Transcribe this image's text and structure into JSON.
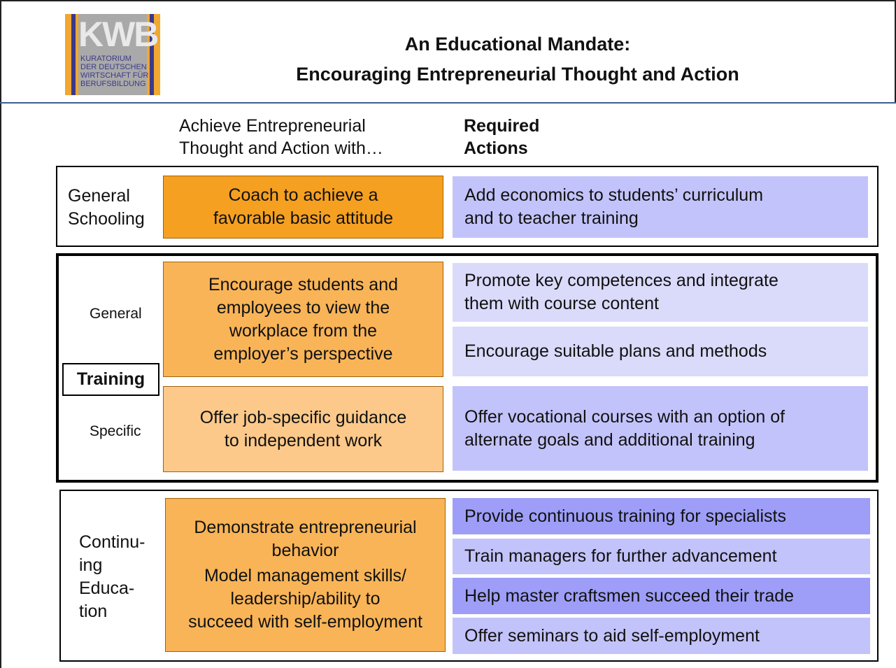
{
  "logo": {
    "mark": "KWB",
    "lines": [
      "KURATORIUM",
      "DER DEUTSCHEN",
      "WIRTSCHAFT FÜR",
      "BERUFSBILDUNG"
    ]
  },
  "title": {
    "line1": "An Educational Mandate:",
    "line2": "Encouraging Entrepreneurial Thought and Action"
  },
  "columns": {
    "left_line1": "Achieve Entrepreneurial",
    "left_line2": "Thought and Action with…",
    "right_line1": "Required",
    "right_line2": "Actions"
  },
  "general_schooling": {
    "label_line1": "General",
    "label_line2": "Schooling",
    "approach_line1": "Coach to achieve a",
    "approach_line2": "favorable basic attitude",
    "action_line1": "Add economics to students’ curriculum",
    "action_line2": "and to teacher training"
  },
  "training": {
    "label": "Training",
    "general_label": "General",
    "specific_label": "Specific",
    "general_approach": [
      "Encourage students and",
      "employees to view the",
      "workplace from the",
      "employer’s perspective"
    ],
    "general_actions": [
      {
        "line1": "Promote key competences and integrate",
        "line2": "them with course content"
      },
      {
        "line1": "Encourage suitable plans and methods",
        "line2": ""
      }
    ],
    "specific_approach": [
      "Offer job-specific guidance",
      "to independent work"
    ],
    "specific_action_line1": "Offer vocational courses  with an option of",
    "specific_action_line2": "alternate goals and additional training"
  },
  "continuing_education": {
    "label": [
      "Continu-",
      "ing",
      "Educa-",
      "tion"
    ],
    "approach": [
      "Demonstrate entrepreneurial",
      "behavior",
      "Model management skills/",
      "leadership/ability to",
      "succeed with self-employment"
    ],
    "actions": [
      "Provide continuous training for specialists",
      "Train managers for further advancement",
      "Help master craftsmen succeed their trade",
      "Offer seminars to aid self-employment"
    ]
  },
  "colors": {
    "orange_dark": "#f5a020",
    "orange_mid": "#f9b457",
    "orange_light": "#fcc98a",
    "lavender_dark": "#9e9ef9",
    "lavender_mid": "#c3c3fb",
    "lavender_light": "#dadafb",
    "header_rule": "#3a5f8f"
  }
}
